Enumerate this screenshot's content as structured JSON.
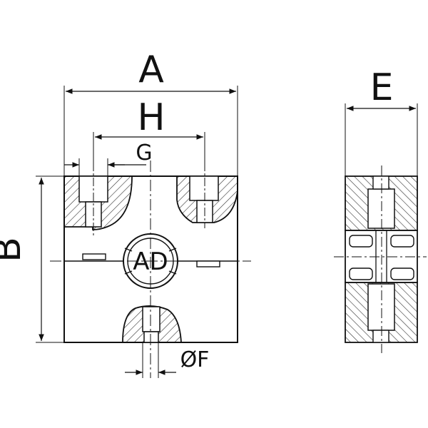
{
  "diagram": {
    "labels": {
      "A": "A",
      "H": "H",
      "G": "G",
      "B": "B",
      "AD": "AD",
      "F": "ØF",
      "E": "E"
    },
    "colors": {
      "line": "#111111",
      "hatch": "#333333",
      "background": "#ffffff"
    }
  }
}
